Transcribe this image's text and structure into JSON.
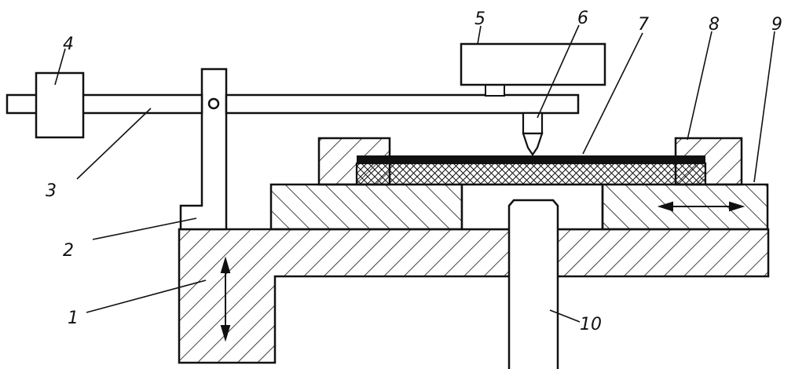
{
  "colors": {
    "ink": "#111111",
    "background": "#ffffff"
  },
  "labels": {
    "l1": "1",
    "l2": "2",
    "l3": "3",
    "l4": "4",
    "l5": "5",
    "l6": "6",
    "l7": "7",
    "l8": "8",
    "l9": "9",
    "l10": "10"
  }
}
